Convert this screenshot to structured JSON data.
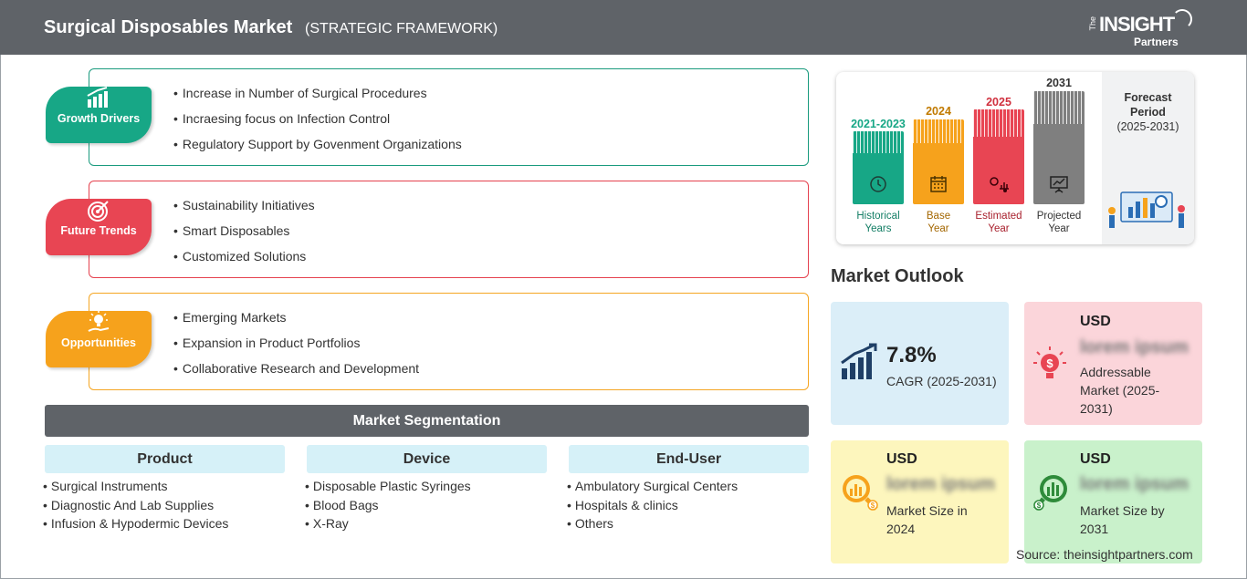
{
  "header": {
    "title": "Surgical Disposables Market",
    "subtitle": "(STRATEGIC FRAMEWORK)",
    "logo_the": "The",
    "logo_insight": "INSIGHT",
    "logo_partners": "Partners"
  },
  "framework": {
    "growth_drivers": {
      "label": "Growth Drivers",
      "icon": "bar-chart-growth-icon",
      "color": "#17a786",
      "items": [
        "Increase in Number of Surgical Procedures",
        "Incraesing focus on Infection Control",
        "Regulatory Support by Govenment Organizations"
      ]
    },
    "future_trends": {
      "label": "Future Trends",
      "icon": "target-icon",
      "color": "#e84553",
      "items": [
        "Sustainability Initiatives",
        "Smart Disposables",
        "Customized Solutions"
      ]
    },
    "opportunities": {
      "label": "Opportunities",
      "icon": "lightbulb-hand-icon",
      "color": "#f6a21c",
      "items": [
        "Emerging Markets",
        "Expansion in Product Portfolios",
        "Collaborative Research and Development"
      ]
    }
  },
  "segmentation": {
    "title": "Market Segmentation",
    "columns": [
      {
        "header": "Product",
        "items": [
          "Surgical Instruments",
          "Diagnostic And Lab Supplies",
          "Infusion & Hypodermic Devices"
        ]
      },
      {
        "header": "Device",
        "items": [
          "Disposable Plastic Syringes",
          "Blood Bags",
          "X-Ray"
        ]
      },
      {
        "header": "End-User",
        "items": [
          "Ambulatory Surgical Centers",
          "Hospitals & clinics",
          "Others"
        ]
      }
    ]
  },
  "timeline": {
    "periods": [
      {
        "year": "2021-2023",
        "label_1": "Historical",
        "label_2": "Years",
        "color": "#17a786",
        "icon": "history-clock-icon"
      },
      {
        "year": "2024",
        "label_1": "Base",
        "label_2": "Year",
        "color": "#f6a21c",
        "icon": "calendar-icon"
      },
      {
        "year": "2025",
        "label_1": "Estimated",
        "label_2": "Year",
        "color": "#e84553",
        "icon": "gear-chart-icon"
      },
      {
        "year": "2031",
        "label_1": "Projected",
        "label_2": "Year",
        "color": "#7f7f7f",
        "icon": "presentation-board-icon"
      }
    ],
    "forecast_line1": "Forecast",
    "forecast_line2": "Period",
    "forecast_range": "(2025-2031)"
  },
  "outlook": {
    "title": "Market Outlook",
    "cagr_value": "7.8%",
    "cagr_label": "CAGR (2025-2031)",
    "addressable_usd": "USD",
    "addressable_value": "lorem ipsum",
    "addressable_label_1": "Addressable",
    "addressable_label_2": "Market (2025-",
    "addressable_label_3": "2031)",
    "size2024_usd": "USD",
    "size2024_value": "lorem ipsum",
    "size2024_label_1": "Market Size in",
    "size2024_label_2": "2024",
    "size2031_usd": "USD",
    "size2031_value": "lorem ipsum",
    "size2031_label_1": "Market Size by",
    "size2031_label_2": "2031",
    "colors": {
      "cagr": "#dbeef8",
      "addressable": "#fbd5da",
      "size2024": "#fdf6bd",
      "size2031": "#c9f1cb"
    }
  },
  "source": "Source: theinsightpartners.com"
}
